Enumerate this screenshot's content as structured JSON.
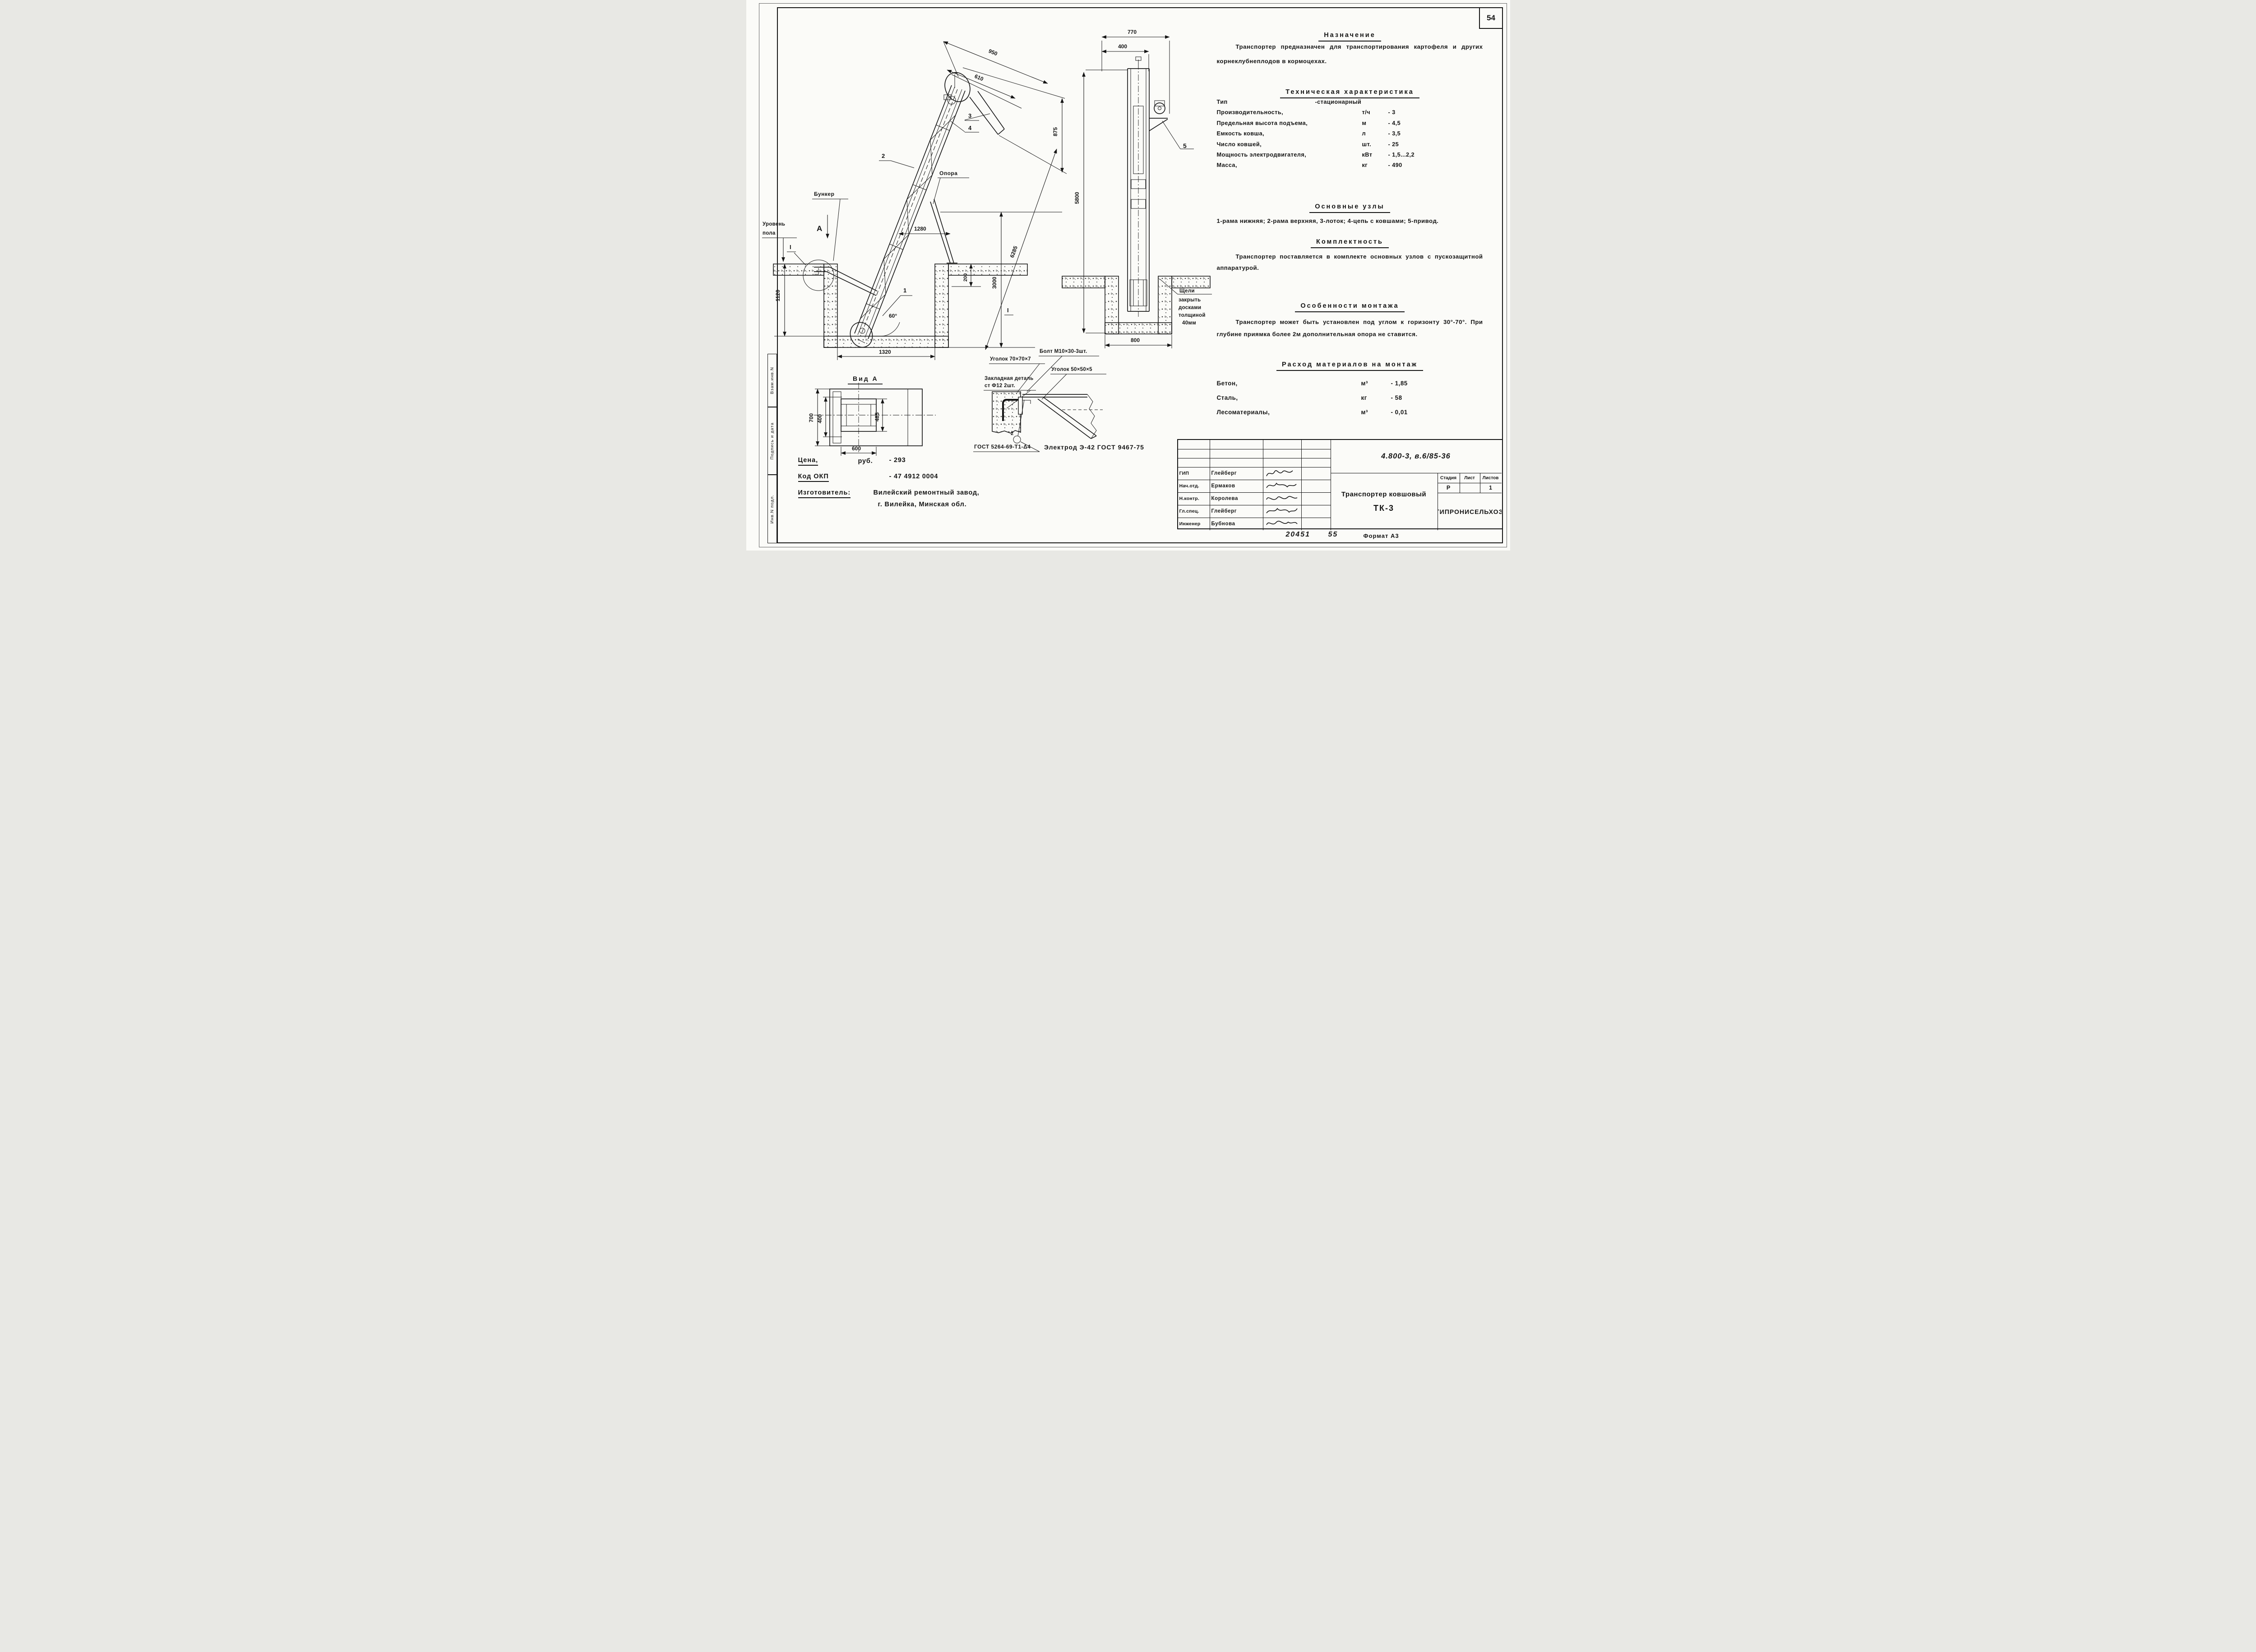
{
  "page": {
    "sheet_number": "54",
    "order_number": "20451",
    "handwritten_number": "55",
    "format_label": "Формат А3"
  },
  "sidebar": {
    "items": [
      "Взам.инв.N",
      "Подпись и дата",
      "Инв.N подл."
    ]
  },
  "sections": {
    "naznachenie": {
      "title": "Назначение",
      "body": "Транспортер предназначен для транспортирования картофеля и других корнеклубнеплодов в кормоцехах."
    },
    "tech": {
      "title": "Техническая характеристика",
      "rows": [
        {
          "label": "Тип",
          "unit": "",
          "value": "-стационарный"
        },
        {
          "label": "Производительность,",
          "unit": "т/ч",
          "value": "- 3"
        },
        {
          "label": "Предельная высота подъема,",
          "unit": "м",
          "value": "- 4,5"
        },
        {
          "label": "Емкость ковша,",
          "unit": "л",
          "value": "- 3,5"
        },
        {
          "label": "Число ковшей,",
          "unit": "шт.",
          "value": "- 25"
        },
        {
          "label": "Мощность электродвигателя,",
          "unit": "кВт",
          "value": "- 1,5...2,2"
        },
        {
          "label": "Масса,",
          "unit": "кг",
          "value": "- 490"
        }
      ]
    },
    "uzly": {
      "title": "Основные узлы",
      "body": "1-рама нижняя;  2-рама верхняя,  3-лоток; 4-цепь с ковшами;  5-привод."
    },
    "komplekt": {
      "title": "Комплектность",
      "body": "Транспортер поставляется в комплекте основных узлов с пускозащитной аппаратурой."
    },
    "montazh": {
      "title": "Особенности монтажа",
      "body": "Транспортер может быть установлен под углом к горизонту 30°-70°. При глубине приямка более 2м дополнительная опора не ставится."
    },
    "rashod": {
      "title": "Расход материалов на монтаж",
      "rows": [
        {
          "label": "Бетон,",
          "unit": "м³",
          "value": "- 1,85"
        },
        {
          "label": "Сталь,",
          "unit": "кг",
          "value": "- 58"
        },
        {
          "label": "Лесоматериалы,",
          "unit": "м³",
          "value": "- 0,01"
        }
      ]
    }
  },
  "info": {
    "price_label": "Цена,",
    "price_unit": "руб.",
    "price_value": "- 293",
    "okp_label": "Код ОКП",
    "okp_value": "- 47 4912 0004",
    "maker_label": "Изготовитель:",
    "maker_value1": "Вилейский ремонтный завод,",
    "maker_value2": "г. Вилейка, Минская обл."
  },
  "drawing": {
    "side": {
      "d950": "950",
      "d610": "610",
      "d875": "875",
      "d6285": "6285",
      "d3000": "3000",
      "d1280": "1280",
      "d200": "200",
      "d1120": "1120",
      "d1320": "1320",
      "angle": "60°",
      "view_arrow": "А",
      "bunker": "Бункер",
      "floor1": "Уровень",
      "floor2": "пола",
      "opora": "Опора",
      "n1": "1",
      "n2": "2",
      "n3": "3",
      "n4": "4",
      "sec": "I"
    },
    "front": {
      "d770": "770",
      "d400": "400",
      "d5800": "5800",
      "d800": "800",
      "n5": "5",
      "note1": "Щели",
      "note2": "закрыть",
      "note3": "досками",
      "note4": "толщиной",
      "note5": "40мм"
    },
    "vida": {
      "title": "Вид А",
      "d700": "700",
      "d400": "400",
      "d485": "485",
      "d600": "600"
    },
    "detail": {
      "sec": "I",
      "ugolok70": "Уголок 70×70×7",
      "zakl1": "Закладная деталь",
      "zakl2": "ст Ф12  2шт.",
      "bolt": "Болт М10×30-3шт.",
      "ugolok50": "Уголок 50×50×5",
      "gost": "ГОСТ 5264-69-Т1-Δ4",
      "n2": "2",
      "electrode": "Электрод Э-42 ГОСТ 9467-75"
    }
  },
  "stamp": {
    "doc_number": "4.800-3, в.6/85-36",
    "title_line1": "Транспортер ковшовый",
    "title_line2": "ТК-3",
    "org": "ГИПРОНИСЕЛЬХОЗ",
    "stage_label": "Стадия",
    "sheet_label": "Лист",
    "sheets_label": "Листов",
    "stage_value": "Р",
    "sheet_value": "",
    "sheets_value": "1",
    "people": [
      {
        "role": "ГИП",
        "name": "Глейберг"
      },
      {
        "role": "Нач.отд.",
        "name": "Ермаков"
      },
      {
        "role": "Н.контр.",
        "name": "Королева"
      },
      {
        "role": "Гл.спец.",
        "name": "Глейберг"
      },
      {
        "role": "Инженер",
        "name": "Бубнова"
      }
    ]
  }
}
